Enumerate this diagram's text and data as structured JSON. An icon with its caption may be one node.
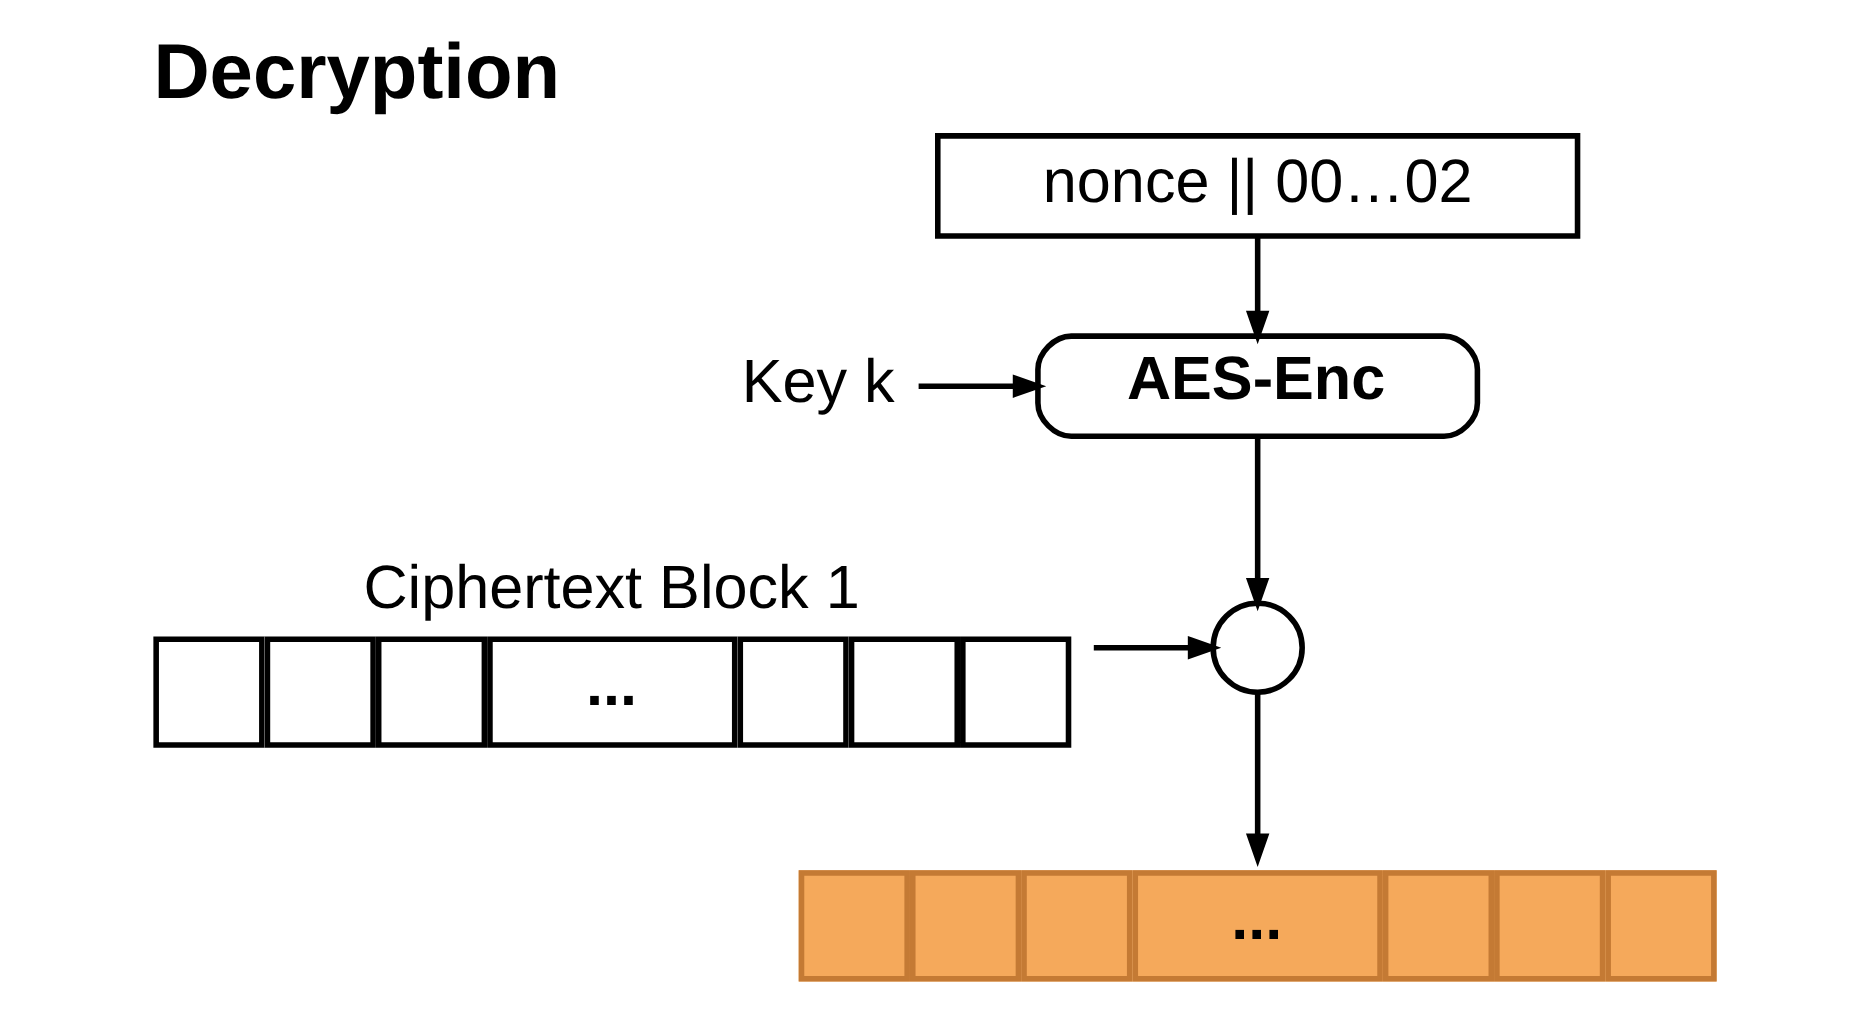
{
  "diagram": {
    "title": "Decryption",
    "nodes": [
      {
        "text": [
          "nonce || 00…02"
        ]
      },
      {
        "text": [
          "Key k"
        ]
      },
      {
        "text": [
          "AES-Enc"
        ]
      },
      {
        "text": [
          "Ciphertext Block 1",
          "..."
        ]
      },
      {
        "text": [],
        "shape": "circle"
      },
      {
        "text": [
          "..."
        ]
      }
    ],
    "edges": [
      {
        "from": 0,
        "to": 2,
        "arrow": "to"
      },
      {
        "from": 1,
        "to": 2,
        "arrow": "to"
      },
      {
        "from": 2,
        "to": 4,
        "arrow": "to"
      },
      {
        "from": 3,
        "to": 4,
        "arrow": "to"
      },
      {
        "from": 4,
        "to": 5,
        "arrow": "to"
      }
    ]
  }
}
